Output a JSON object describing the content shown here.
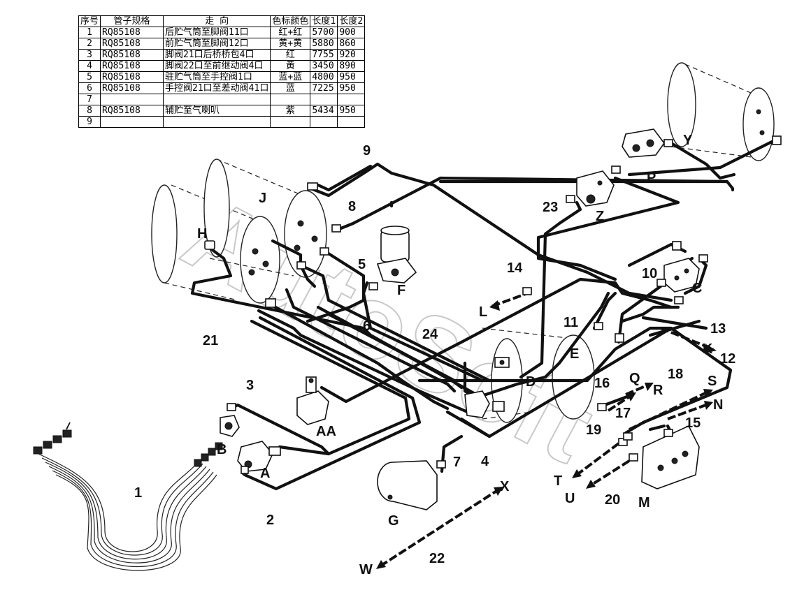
{
  "table": {
    "headers": [
      "序号",
      "管子规格",
      "走    向",
      "色标颜色",
      "长度1",
      "长度2"
    ],
    "rows": [
      [
        "1",
        "RQ85108",
        "后贮气筒至脚阀11口",
        "红+红",
        "5700",
        "900"
      ],
      [
        "2",
        "RQ85108",
        "前贮气筒至脚阀12口",
        "黄+黄",
        "5880",
        "860"
      ],
      [
        "3",
        "RQ85108",
        "脚阀21口后桥桥包4口",
        "红",
        "7755",
        "920"
      ],
      [
        "4",
        "RQ85108",
        "脚阀22口至前继动阀4口",
        "黄",
        "3450",
        "890"
      ],
      [
        "5",
        "RQ85108",
        "驻贮气筒至手控阀1口",
        "蓝+蓝",
        "4800",
        "950"
      ],
      [
        "6",
        "RQ85108",
        "手控阀21口至差动阀41口",
        "蓝",
        "7225",
        "950"
      ],
      [
        "7",
        "",
        "",
        "",
        "",
        ""
      ],
      [
        "8",
        "RQ85108",
        "辅贮至气喇叭",
        "紫",
        "5434",
        "950"
      ],
      [
        "9",
        "",
        "",
        "",
        "",
        ""
      ]
    ]
  },
  "labels": {
    "n1": "1",
    "n2": "2",
    "n3": "3",
    "n4": "4",
    "n5": "5",
    "n6": "6",
    "n7": "7",
    "n8": "8",
    "n9": "9",
    "n10": "10",
    "n11": "11",
    "n12": "12",
    "n13": "13",
    "n14": "14",
    "n15": "15",
    "n16": "16",
    "n17": "17",
    "n18": "18",
    "n19": "19",
    "n20": "20",
    "n21": "21",
    "n22": "22",
    "n23": "23",
    "n24": "24",
    "A": "A",
    "AA": "AA",
    "B": "B",
    "C": "C",
    "D": "D",
    "E": "E",
    "F": "F",
    "G": "G",
    "H": "H",
    "J": "J",
    "K": "K",
    "L": "L",
    "M": "M",
    "N": "N",
    "P": "P",
    "Q": "Q",
    "R": "R",
    "S": "S",
    "T": "T",
    "U": "U",
    "W": "W",
    "X": "X",
    "Y": "Y",
    "Z": "Z"
  },
  "watermark": "AutoSoft"
}
